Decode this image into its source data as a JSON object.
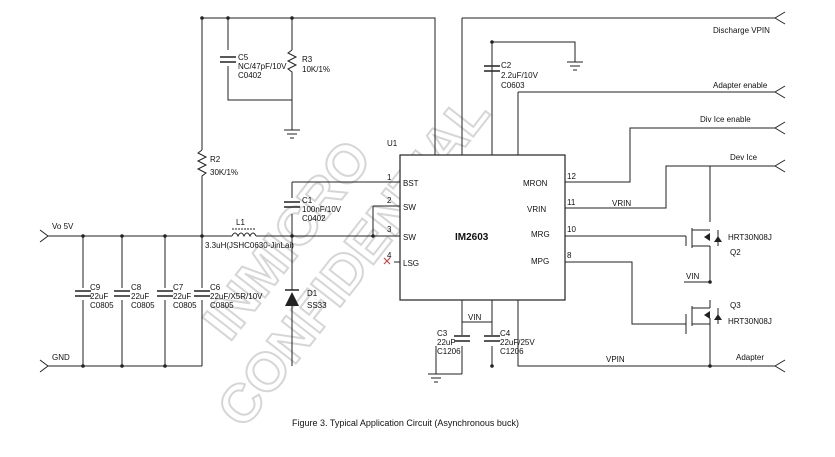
{
  "watermark": [
    "INMICRO",
    "CONFIDENTIAL"
  ],
  "ic": {
    "name": "IM2603",
    "ref": "U1",
    "pins_left": [
      {
        "num": "1",
        "name": "BST"
      },
      {
        "num": "2",
        "name": "SW"
      },
      {
        "num": "3",
        "name": "SW"
      },
      {
        "num": "4",
        "name": "LSG"
      }
    ],
    "pins_right": [
      {
        "num": "12",
        "name": "MRON"
      },
      {
        "num": "11",
        "name": "VRIN"
      },
      {
        "num": "10",
        "name": "MRG"
      },
      {
        "num": "8",
        "name": "MPG"
      }
    ]
  },
  "ports": {
    "discharge": "Discharge VPIN",
    "adapter_enable": "Adapter  enable",
    "div_ice_enable": "Div Ice enable",
    "dev_ice": "Dev Ice",
    "adapter": "Adapter",
    "vo": "Vo 5V",
    "gnd": "GND"
  },
  "nets": {
    "vrin": "VRIN",
    "vin_top": "VIN",
    "vin_mid": "VIN",
    "vpin": "VPIN"
  },
  "components": {
    "C5": {
      "ref": "C5",
      "val": "NC/47pF/10V",
      "pkg": "C0402"
    },
    "R3": {
      "ref": "R3",
      "val": "10K/1%"
    },
    "C2": {
      "ref": "C2",
      "val": "2.2uF/10V",
      "pkg": "C0603"
    },
    "R2": {
      "ref": "R2",
      "val": "30K/1%"
    },
    "C1": {
      "ref": "C1",
      "val": "100nF/10V",
      "pkg": "C0402"
    },
    "L1": {
      "ref": "L1",
      "val": "3.3uH(JSHC0630-JinLai)"
    },
    "D1": {
      "ref": "D1",
      "val": "SS33"
    },
    "C9": {
      "ref": "C9",
      "val": "22uF",
      "pkg": "C0805"
    },
    "C8": {
      "ref": "C8",
      "val": "22uF",
      "pkg": "C0805"
    },
    "C7": {
      "ref": "C7",
      "val": "22uF",
      "pkg": "C0805"
    },
    "C6": {
      "ref": "C6",
      "val": "22uF/X5R/10V",
      "pkg": "C0805"
    },
    "C3": {
      "ref": "C3",
      "val": "22uF",
      "pkg": "C1206"
    },
    "C4": {
      "ref": "C4",
      "val": "22uF/25V",
      "pkg": "C1206"
    },
    "Q2": {
      "ref": "Q2",
      "val": "HRT30N08J"
    },
    "Q3": {
      "ref": "Q3",
      "val": "HRT30N08J"
    }
  },
  "caption": "Figure 3. Typical Application Circuit (Asynchronous buck)"
}
